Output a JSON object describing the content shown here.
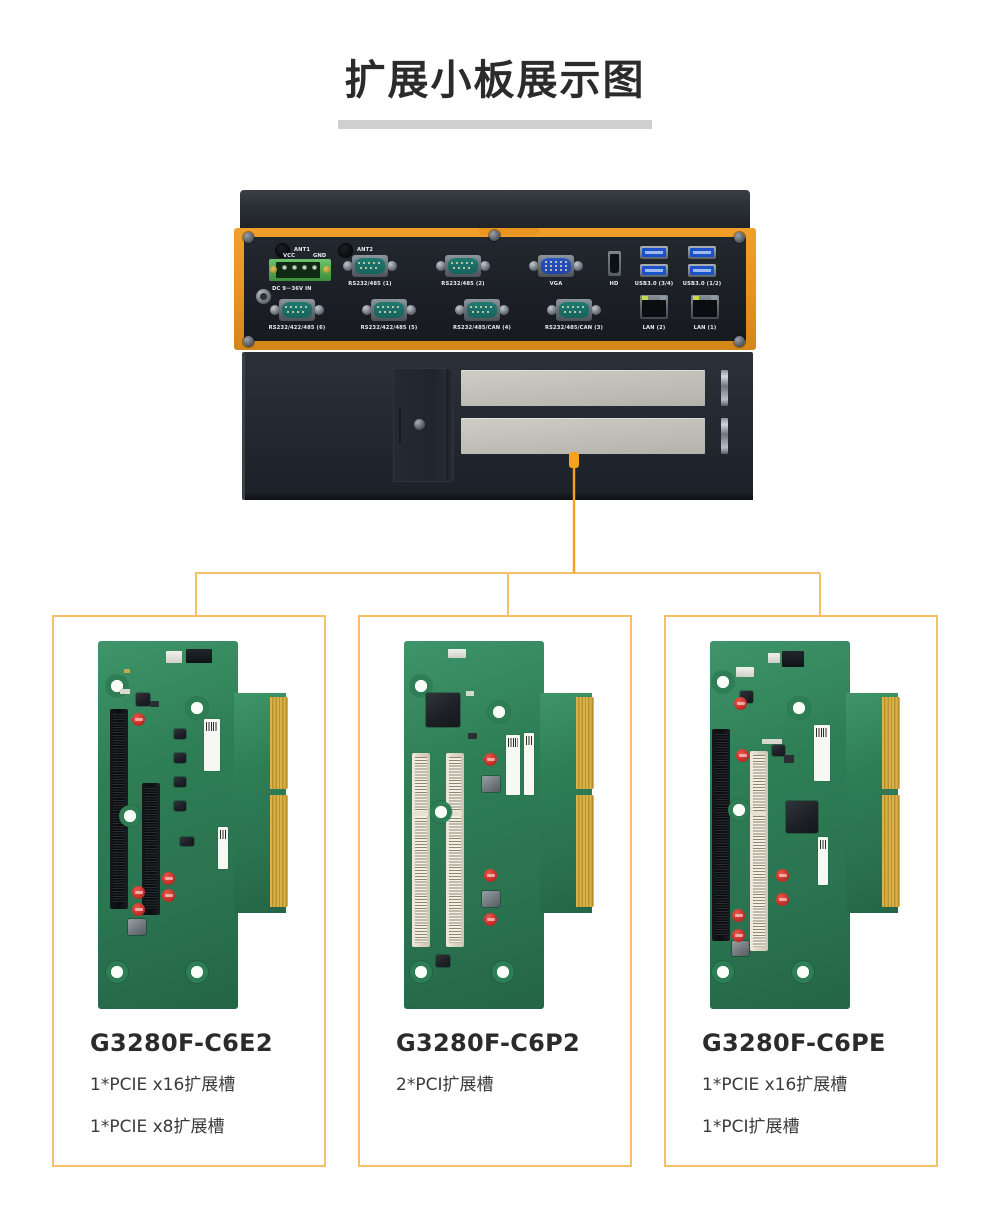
{
  "page": {
    "title": "扩展小板展示图"
  },
  "device": {
    "name": "industrial-fanless-computer",
    "io_panel": {
      "antennas": [
        "ANT1",
        "ANT2"
      ],
      "power_terminal": {
        "vcc_label": "VCC",
        "gnd_label": "GND",
        "input_label": "DC 9－36V IN"
      },
      "top_row_ports": [
        "RS232/485 (1)",
        "RS232/485 (2)",
        "VGA",
        "HD",
        "USB3.0 (3/4)",
        "USB3.0 (1/2)"
      ],
      "bottom_row_ports": [
        "RS232/422/485 (6)",
        "RS232/422/485 (5)",
        "RS232/485/CAN (4)",
        "RS232/485/CAN (3)",
        "LAN (2)",
        "LAN (1)"
      ]
    },
    "expansion_bay": {
      "slot_cover_count": 2,
      "bracket_count": 2
    }
  },
  "cards": [
    {
      "model": "G3280F-C6E2",
      "features": [
        "1*PCIE x16扩展槽",
        "1*PCIE x8扩展槽"
      ],
      "slot_type": "pcie"
    },
    {
      "model": "G3280F-C6P2",
      "features": [
        "2*PCI扩展槽",
        ""
      ],
      "slot_type": "pci"
    },
    {
      "model": "G3280F-C6PE",
      "features": [
        "1*PCIE x16扩展槽",
        "1*PCI扩展槽"
      ],
      "slot_type": "mixed"
    }
  ],
  "colors": {
    "accent_orange": "#f5a21e",
    "box_border": "#f5c069",
    "title_text": "#2b2b2b",
    "underline": "#cfcfcf",
    "chassis_frame": "#e8951f",
    "pcb_green": "#2e7e55",
    "gold_fingers": "#d9b24a"
  }
}
